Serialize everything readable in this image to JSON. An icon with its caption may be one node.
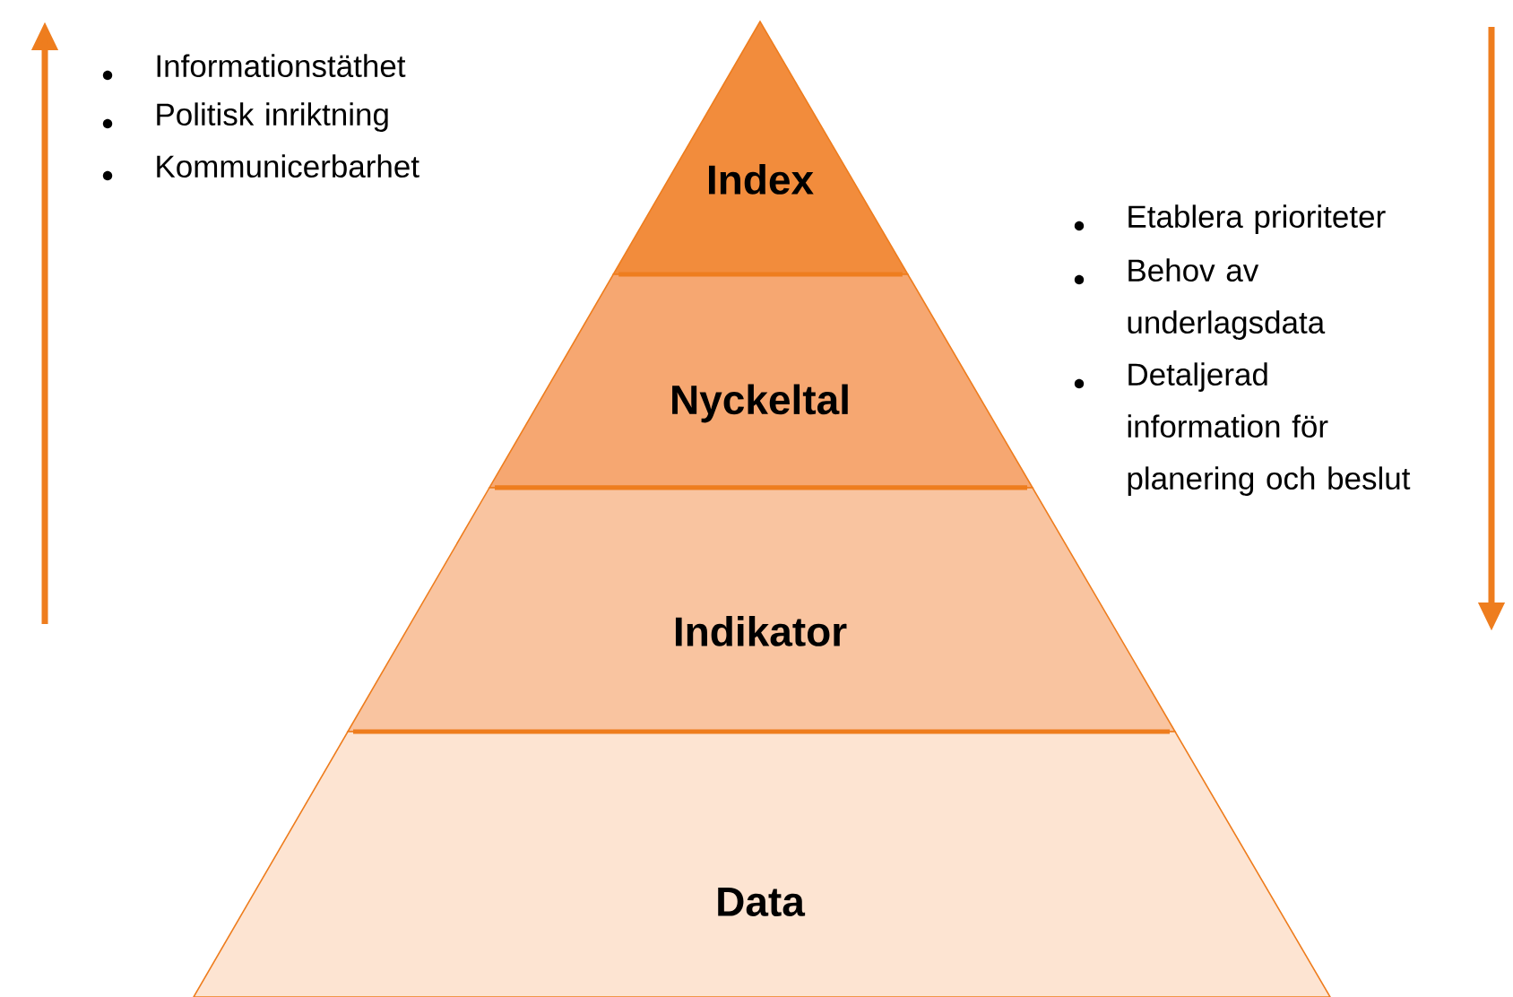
{
  "diagram": {
    "nodes": [
      {
        "text": [
          "Index"
        ]
      },
      {
        "text": [
          "Nyckeltal"
        ]
      },
      {
        "text": [
          "Indikator"
        ]
      },
      {
        "text": [
          "Data"
        ]
      }
    ],
    "labels": [
      "Informationstäthet",
      "Politisk inriktning",
      "Kommunicerbarhet",
      "Etablera prioriteter",
      "Behov av underlagsdata",
      "Detaljerad information för planering och beslut"
    ]
  }
}
